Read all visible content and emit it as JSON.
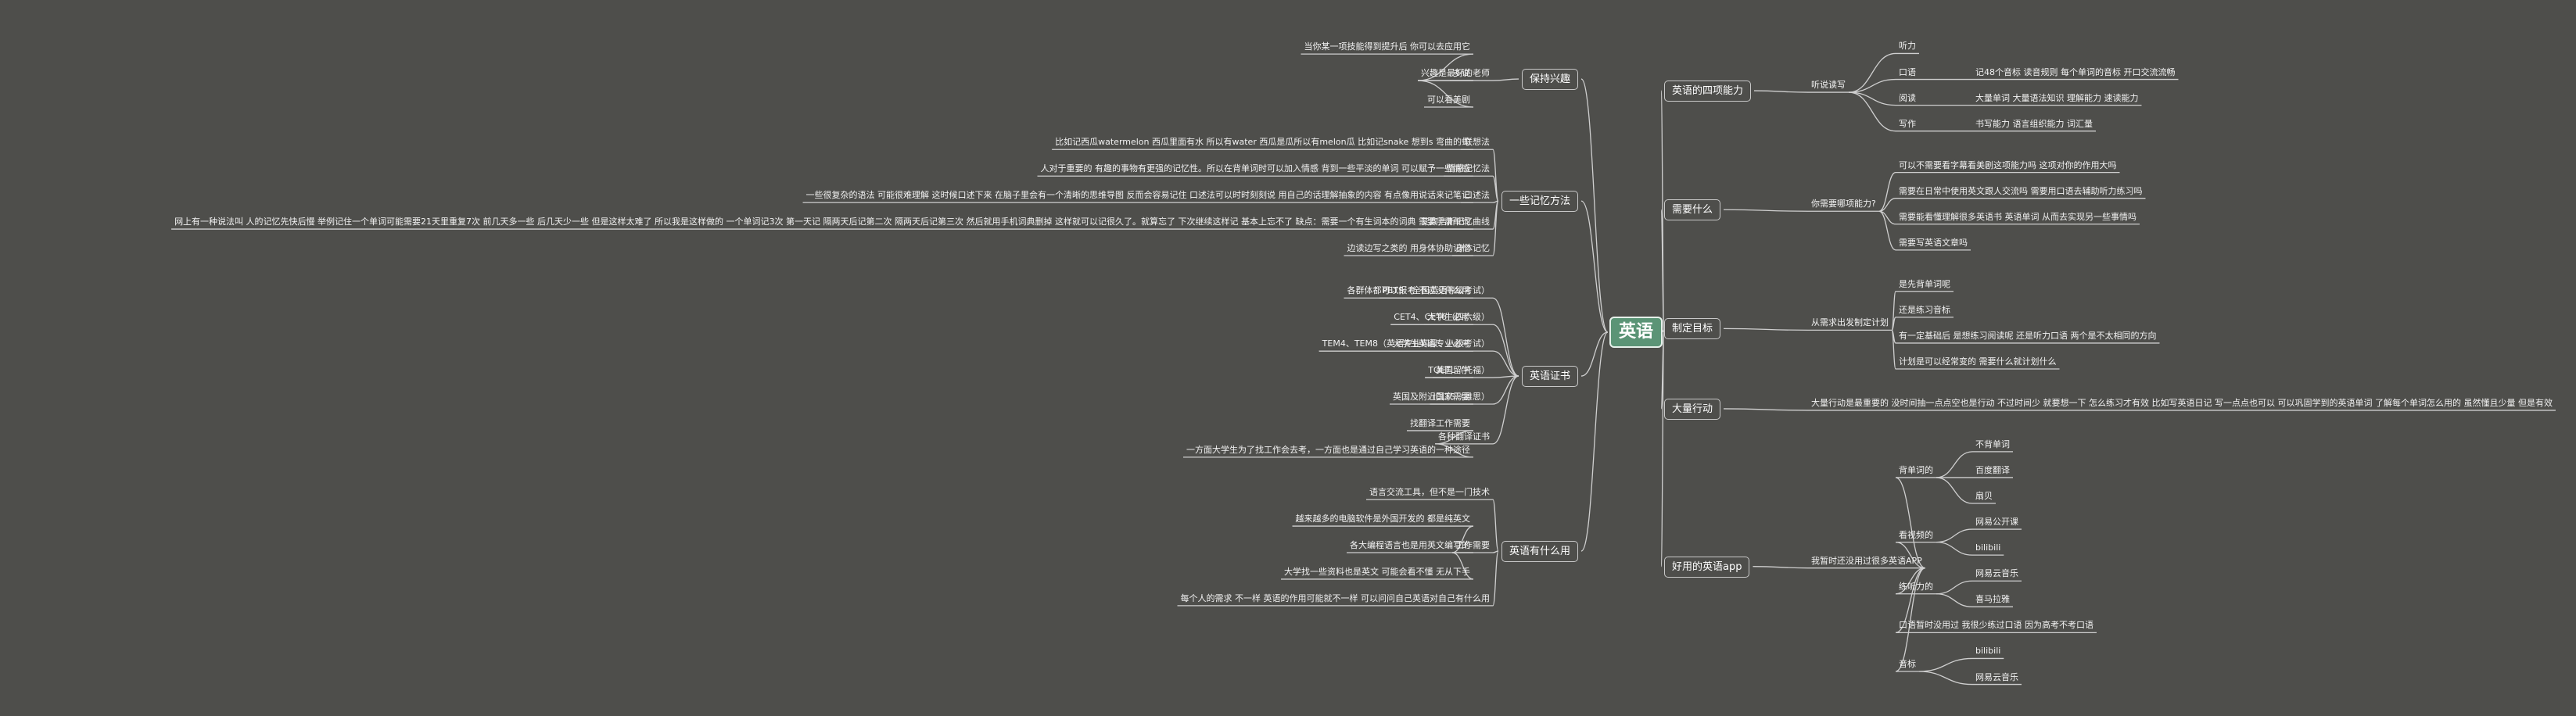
{
  "mindmap": {
    "root": "英语",
    "right": [
      {
        "label": "英语的四项能力",
        "children": [
          {
            "label": "听说读写",
            "children": [
              {
                "label": "听力",
                "children": []
              },
              {
                "label": "口语",
                "children": [
                  {
                    "label": "记48个音标 读音规则 每个单词的音标 开口交流流畅",
                    "children": []
                  }
                ]
              },
              {
                "label": "阅读",
                "children": [
                  {
                    "label": "大量单词 大量语法知识 理解能力 速读能力",
                    "children": []
                  }
                ]
              },
              {
                "label": "写作",
                "children": [
                  {
                    "label": "书写能力 语言组织能力 词汇量",
                    "children": []
                  }
                ]
              }
            ]
          }
        ]
      },
      {
        "label": "需要什么",
        "children": [
          {
            "label": "你需要哪项能力?",
            "children": [
              {
                "label": "可以不需要看字幕看美剧这项能力吗 这项对你的作用大吗",
                "children": []
              },
              {
                "label": "需要在日常中使用英文跟人交流吗 需要用口语去辅助听力练习吗",
                "children": []
              },
              {
                "label": "需要能看懂理解很多英语书 英语单词 从而去实现另一些事情吗",
                "children": []
              },
              {
                "label": "需要写英语文章吗",
                "children": []
              }
            ]
          }
        ]
      },
      {
        "label": "制定目标",
        "children": [
          {
            "label": "从需求出发制定计划",
            "children": [
              {
                "label": "是先背单词呢",
                "children": []
              },
              {
                "label": "还是练习音标",
                "children": []
              },
              {
                "label": "有一定基础后 是想练习阅读呢 还是听力口语 两个是不太相同的方向",
                "children": []
              },
              {
                "label": "计划是可以经常变的 需要什么就计划什么",
                "children": []
              }
            ]
          }
        ]
      },
      {
        "label": "大量行动",
        "children": [
          {
            "label": "大量行动是最重要的 没时间抽一点点空也是行动 不过时间少 就要想一下 怎么练习才有效 比如写英语日记 写一点点也可以 可以巩固学到的英语单词 了解每个单词怎么用的 虽然懂且少量 但是有效",
            "children": []
          }
        ]
      },
      {
        "label": "好用的英语app",
        "children": [
          {
            "label": "我暂时还没用过很多英语APP",
            "children": [
              {
                "label": "背单词的",
                "children": [
                  {
                    "label": "不背单词",
                    "children": []
                  },
                  {
                    "label": "百度翻译",
                    "children": []
                  },
                  {
                    "label": "扇贝",
                    "children": []
                  }
                ]
              },
              {
                "label": "看视频的",
                "children": [
                  {
                    "label": "网易公开课",
                    "children": []
                  },
                  {
                    "label": "bilibili",
                    "children": []
                  }
                ]
              },
              {
                "label": "练听力的",
                "children": [
                  {
                    "label": "网易云音乐",
                    "children": []
                  },
                  {
                    "label": "喜马拉雅",
                    "children": []
                  }
                ]
              },
              {
                "label": "口语暂时没用过 我很少练过口语 因为高考不考口语",
                "children": []
              },
              {
                "label": "音标",
                "children": [
                  {
                    "label": "bilibili",
                    "children": []
                  },
                  {
                    "label": "网易云音乐",
                    "children": []
                  }
                ]
              }
            ]
          }
        ]
      }
    ],
    "left": [
      {
        "label": "保持兴趣",
        "children": [
          {
            "label": "兴趣是最好的老师",
            "children": [
              {
                "label": "当你某一项技能得到提升后 你可以去应用它",
                "children": []
              },
              {
                "label": "多说",
                "children": []
              },
              {
                "label": "可以看美剧",
                "children": []
              }
            ]
          }
        ]
      },
      {
        "label": "一些记忆方法",
        "children": [
          {
            "label": "联想法",
            "children": [
              {
                "label": "比如记西瓜watermelon 西瓜里面有水 所以有water 西瓜是瓜所以有melon瓜 比如记snake 想到s 弯曲的蛇",
                "children": []
              }
            ]
          },
          {
            "label": "情感记忆法",
            "children": [
              {
                "label": "人对于重要的 有趣的事物有更强的记忆性。所以在背单词时可以加入情感 背到一些平淡的单词 可以赋予一些情感",
                "children": []
              }
            ]
          },
          {
            "label": "口述法",
            "children": [
              {
                "label": "一些很复杂的语法 可能很难理解 这时候口述下来 在脑子里会有一个清晰的思维导图 反而会容易记住 口述法可以时时刻刻说 用自己的话理解抽象的内容 有点像用说话来记笔记",
                "children": []
              }
            ]
          },
          {
            "label": "艾宾浩斯记忆曲线",
            "children": [
              {
                "label": "网上有一种说法叫 人的记忆先快后慢 举例记住一个单词可能需要21天里重复7次 前几天多一些 后几天少一些 但是这样太难了 所以我是这样做的 一个单词记3次 第一天记 隔两天后记第二次 隔两天后记第三次 然后就用手机词典删掉 这样就可以记很久了。就算忘了 下次继续这样记 基本上忘不了 缺点：需要一个有生词本的词典 需要手录单词",
                "children": []
              }
            ]
          },
          {
            "label": "身体记忆",
            "children": [
              {
                "label": "边读边写之类的 用身体协助记忆",
                "children": []
              }
            ]
          }
        ]
      },
      {
        "label": "英语证书",
        "children": [
          {
            "label": "PETS（全国英语等级考试）",
            "children": [
              {
                "label": "各群体都可以报考 不过没什么用",
                "children": []
              }
            ]
          },
          {
            "label": "CET4、CET6（四六级）",
            "children": [
              {
                "label": "大学生必考",
                "children": []
              }
            ]
          },
          {
            "label": "TEM4、TEM8（英语专业四级、八级考试）",
            "children": [
              {
                "label": "大学生英语专业必考",
                "children": []
              }
            ]
          },
          {
            "label": "TOEFL（托福）",
            "children": [
              {
                "label": "美国留学",
                "children": []
              }
            ]
          },
          {
            "label": "IELTS（雅思）",
            "children": [
              {
                "label": "英国及附近国家需要",
                "children": []
              }
            ]
          },
          {
            "label": "各种翻译证书",
            "children": [
              {
                "label": "找翻译工作需要",
                "children": []
              },
              {
                "label": "一方面大学生为了找工作会去考，一方面也是通过自己学习英语的一种途径",
                "children": []
              }
            ]
          }
        ]
      },
      {
        "label": "英语有什么用",
        "children": [
          {
            "label": "语言交流工具，但不是一门技术",
            "children": []
          },
          {
            "label": "工作需要",
            "children": [
              {
                "label": "越来越多的电脑软件是外国开发的 都是纯英文",
                "children": []
              },
              {
                "label": "各大编程语言也是用英文编写的",
                "children": []
              },
              {
                "label": "大学找一些资料也是英文 可能会看不懂 无从下手",
                "children": []
              }
            ]
          },
          {
            "label": "每个人的需求 不一样 英语的作用可能就不一样 可以问问自己英语对自己有什么用",
            "children": []
          }
        ]
      }
    ]
  },
  "colors": {
    "background": "#4e4e4b",
    "root_fill": "#5b9476",
    "line": "#cfcfcf",
    "text": "#f2f2f2"
  }
}
